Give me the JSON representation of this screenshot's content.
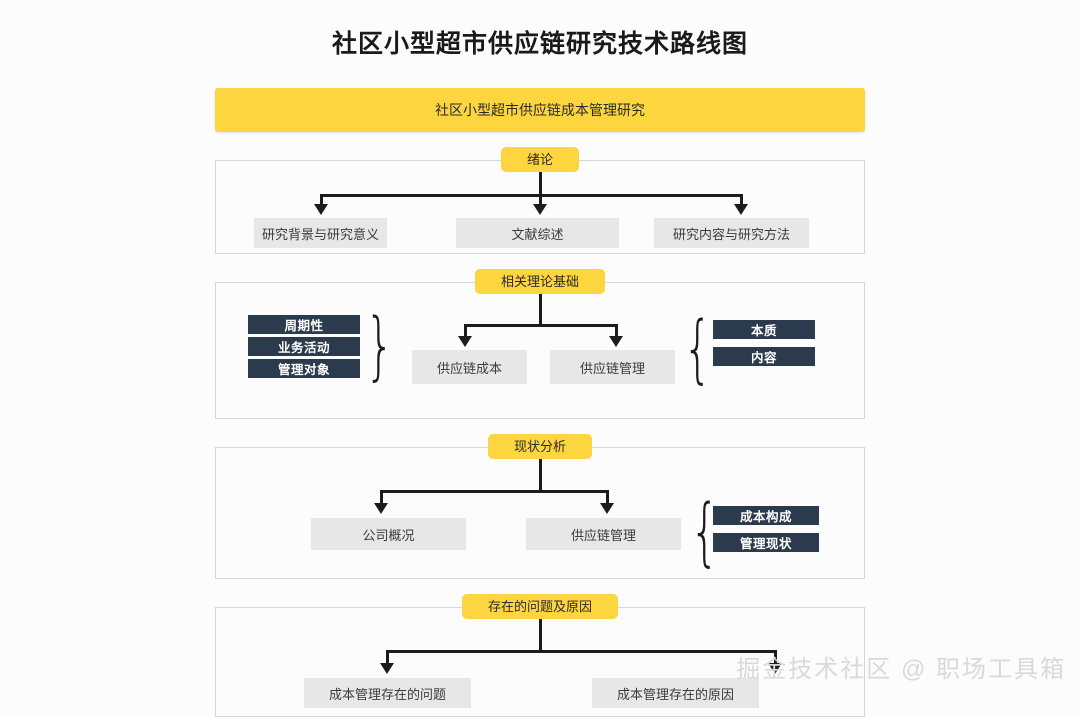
{
  "page": {
    "title": "社区小型超市供应链研究技术路线图",
    "banner": "社区小型超市供应链成本管理研究",
    "watermark": "掘金技术社区 @ 职场工具箱",
    "background_color": "#fcfcfc",
    "accent_color": "#fcd53f",
    "chip_color": "#2b3a4d",
    "node_color": "#e7e7e7",
    "connector_color": "#1c1c1c"
  },
  "sections": [
    {
      "head": "绪论",
      "nodes": [
        {
          "label": "研究背景与研究意义"
        },
        {
          "label": "文献综述"
        },
        {
          "label": "研究内容与研究方法"
        }
      ],
      "chips_left": [],
      "chips_right": []
    },
    {
      "head": "相关理论基础",
      "nodes": [
        {
          "label": "供应链成本"
        },
        {
          "label": "供应链管理"
        }
      ],
      "chips_left": [
        {
          "label": "周期性"
        },
        {
          "label": "业务活动"
        },
        {
          "label": "管理对象"
        }
      ],
      "chips_right": [
        {
          "label": "本质"
        },
        {
          "label": "内容"
        }
      ]
    },
    {
      "head": "现状分析",
      "nodes": [
        {
          "label": "公司概况"
        },
        {
          "label": "供应链管理"
        }
      ],
      "chips_left": [],
      "chips_right": [
        {
          "label": "成本构成"
        },
        {
          "label": "管理现状"
        }
      ]
    },
    {
      "head": "存在的问题及原因",
      "nodes": [
        {
          "label": "成本管理存在的问题"
        },
        {
          "label": "成本管理存在的原因"
        }
      ],
      "chips_left": [],
      "chips_right": []
    }
  ]
}
